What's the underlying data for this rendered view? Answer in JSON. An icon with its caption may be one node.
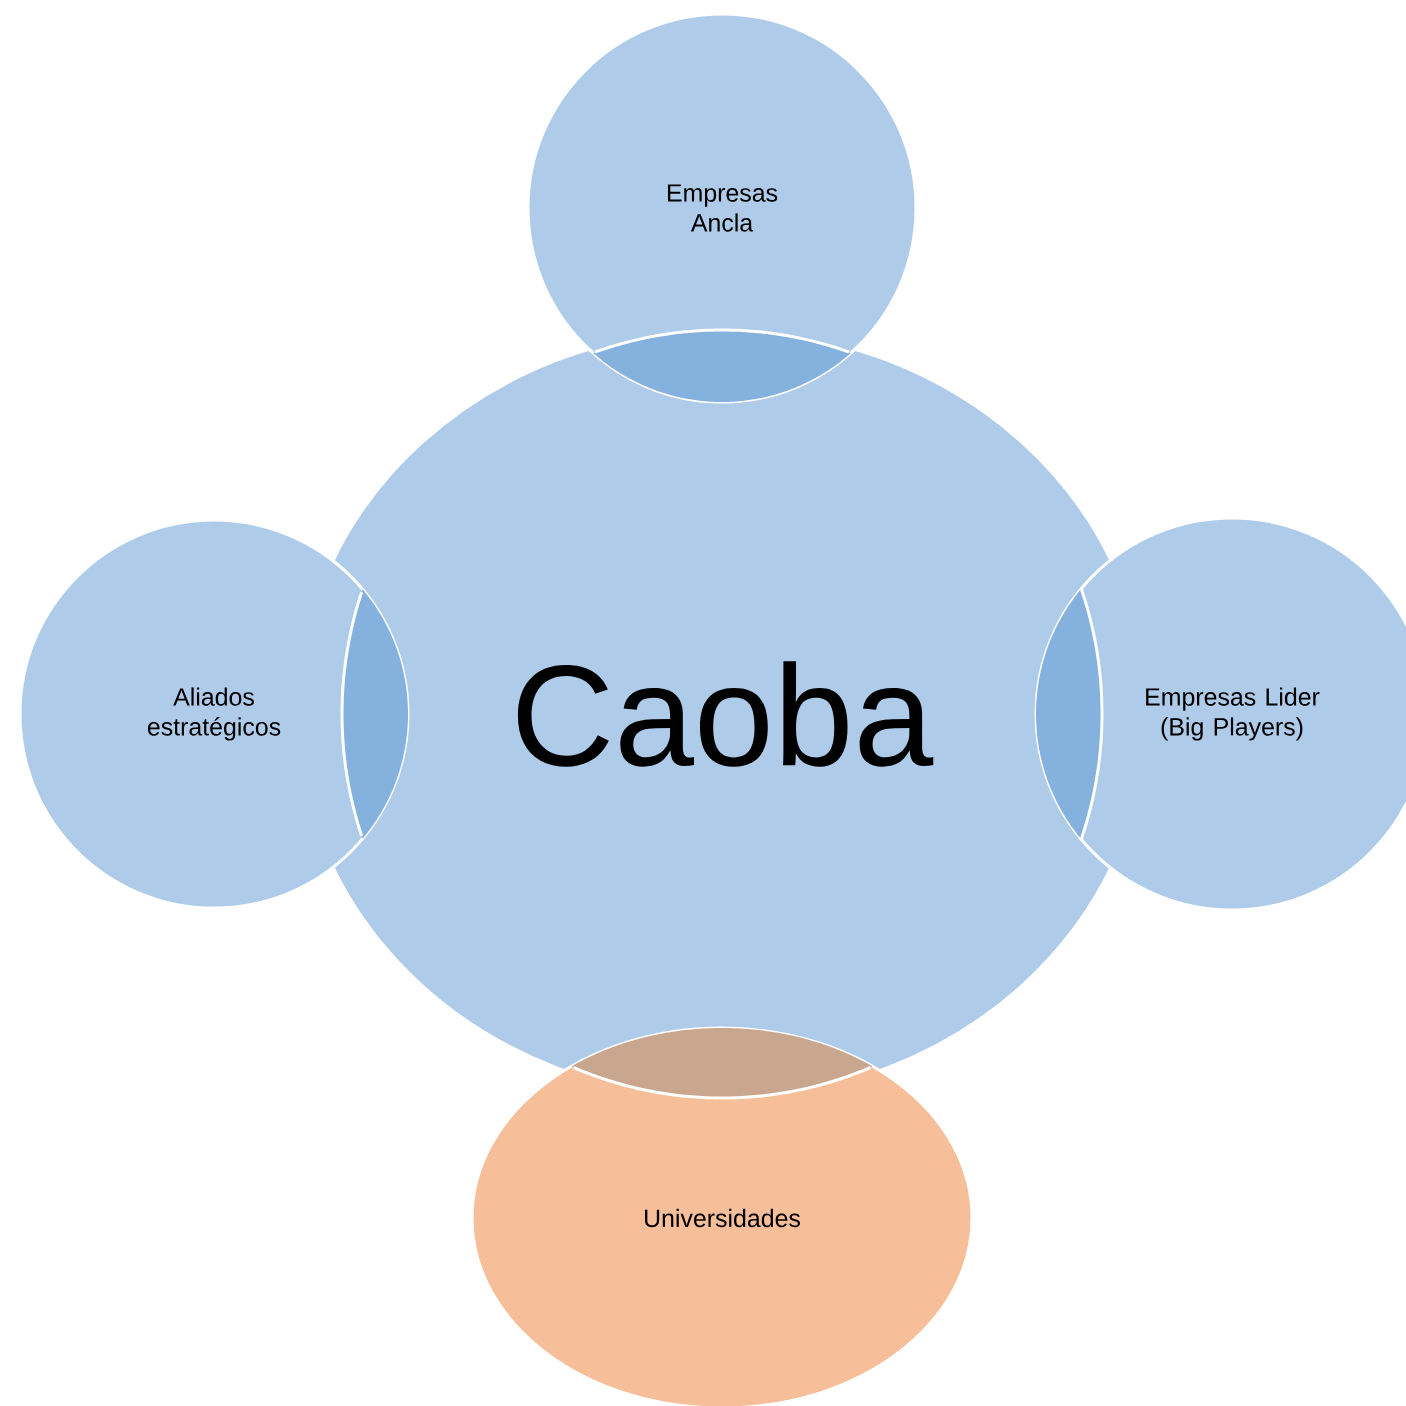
{
  "diagram": {
    "nodes": [
      {
        "text": [
          "Empresas Ancla"
        ]
      },
      {
        "text": [
          "Aliados estratégicos"
        ]
      },
      {
        "text": [
          "Caoba"
        ]
      },
      {
        "text": [
          "Empresas Lider (Big Players)"
        ]
      },
      {
        "text": [
          "Universidades"
        ]
      }
    ]
  }
}
